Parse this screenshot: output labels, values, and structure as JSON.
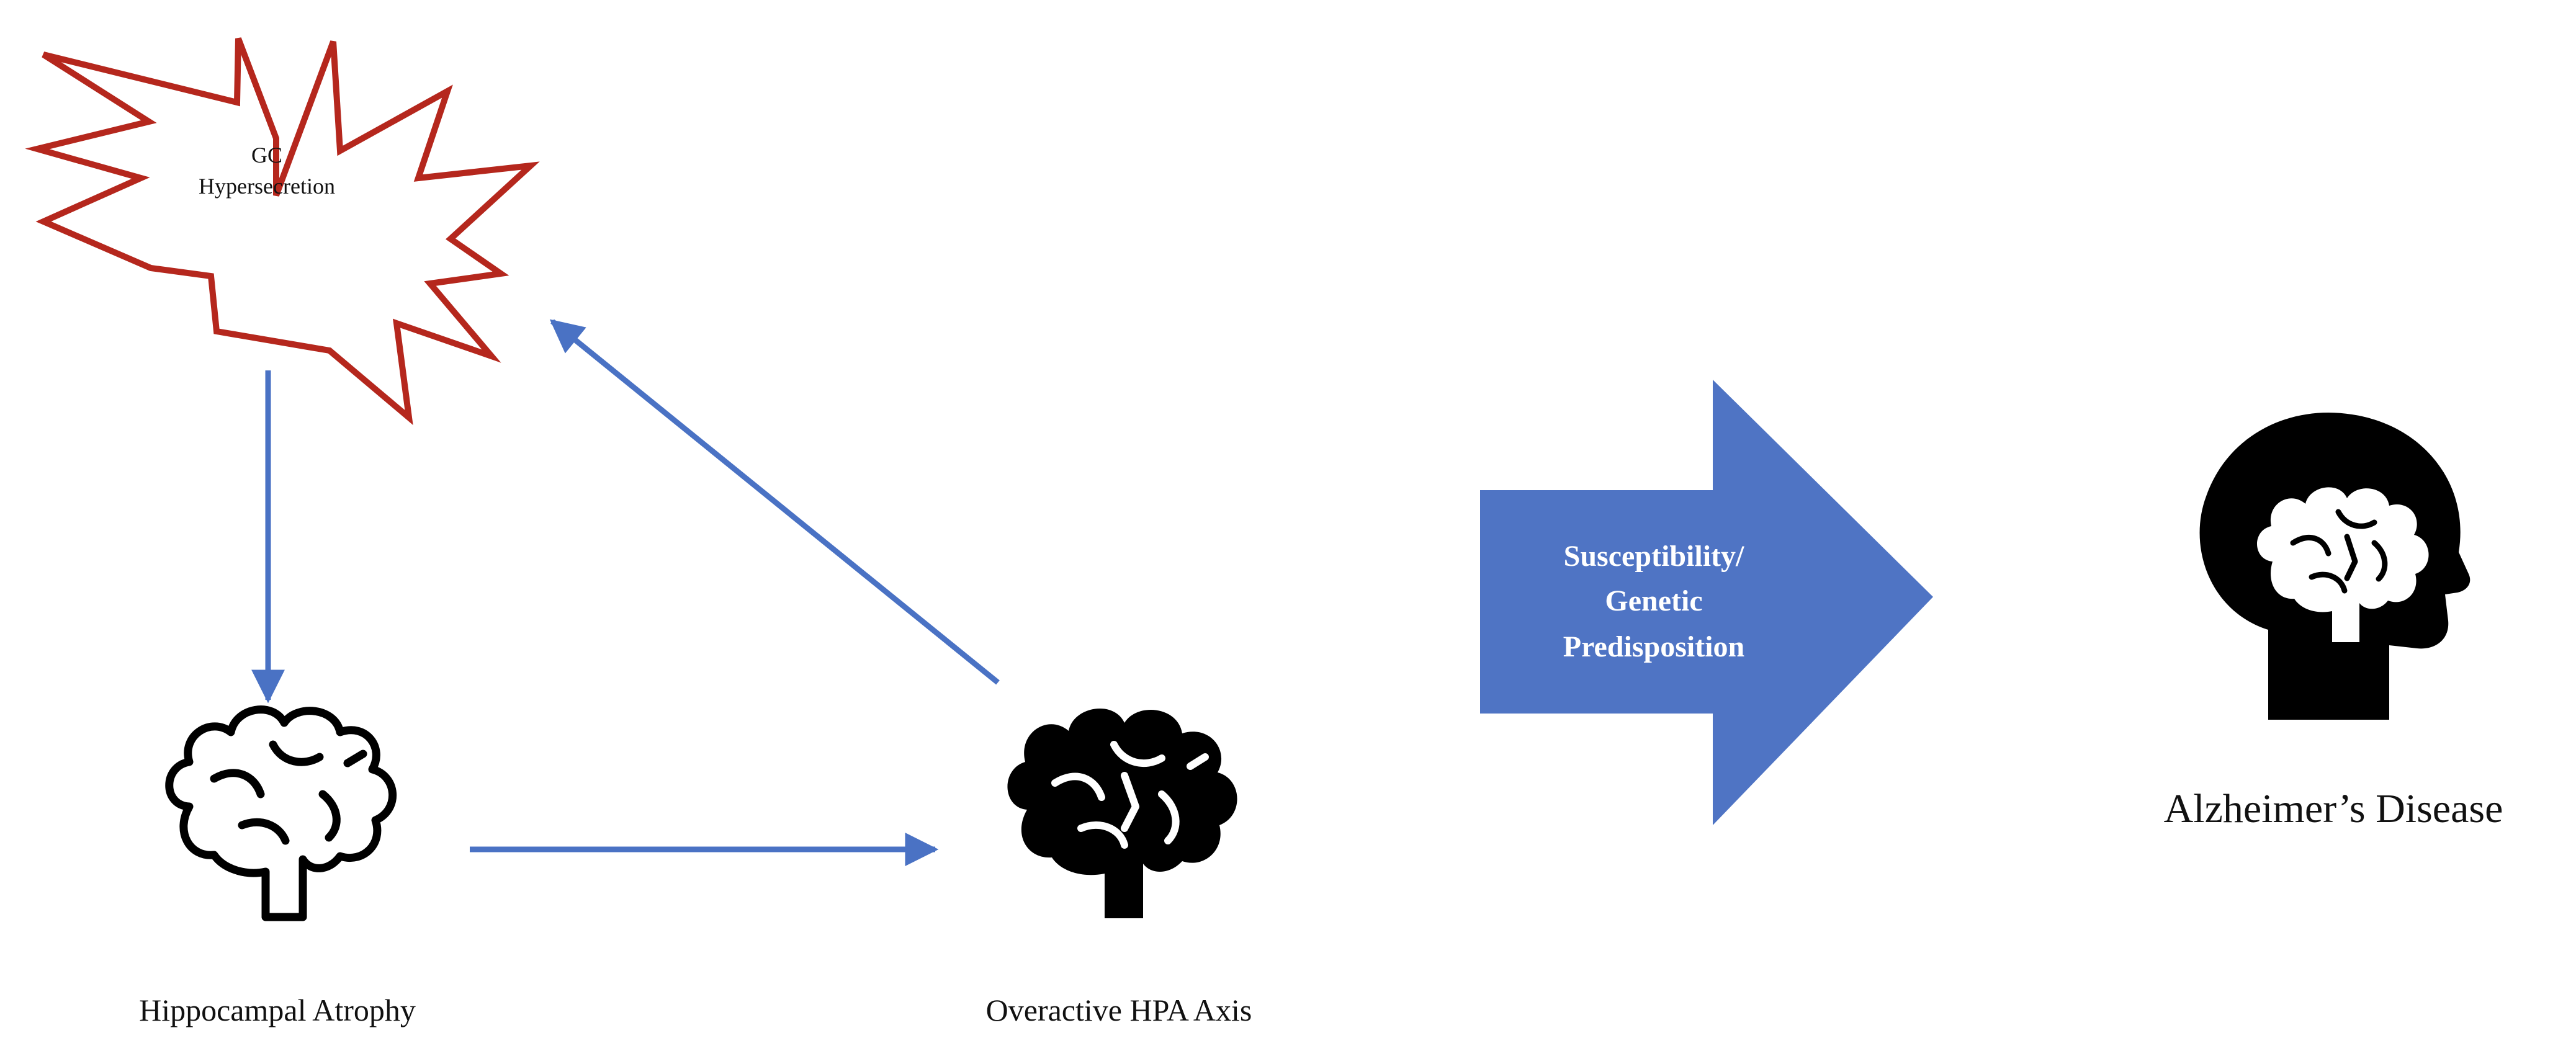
{
  "diagram": {
    "nodes": {
      "gc": {
        "line1": "GC",
        "line2": "Hypersecretion",
        "shape": "starburst",
        "stroke_color": "#B5271D"
      },
      "atrophy": {
        "label": "Hippocampal Atrophy",
        "icon": "brain-outline-icon"
      },
      "hpa": {
        "label": "Overactive HPA Axis",
        "icon": "brain-solid-icon"
      },
      "ad": {
        "label": "Alzheimer’s Disease",
        "icon": "head-brain-icon"
      }
    },
    "big_arrow": {
      "line1": "Susceptibility/",
      "line2": "Genetic",
      "line3": "Predisposition",
      "color": "#4F74C4"
    },
    "edges": [
      {
        "from": "gc",
        "to": "atrophy"
      },
      {
        "from": "atrophy",
        "to": "hpa"
      },
      {
        "from": "hpa",
        "to": "gc"
      }
    ],
    "colors": {
      "edge": "#4A72C4",
      "icon": "#000000",
      "text": "#111111"
    }
  }
}
